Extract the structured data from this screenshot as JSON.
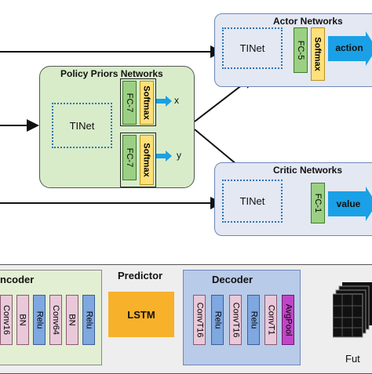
{
  "actor": {
    "title": "Actor Networks",
    "tinet": "TINet",
    "fc": "FC-5",
    "softmax": "Softmax",
    "output": "action"
  },
  "policy": {
    "title": "Policy Priors Networks",
    "tinet": "TINet",
    "fc_top": "FC-7",
    "softmax_top": "Softmax",
    "out_top": "x",
    "fc_bottom": "FC-7",
    "softmax_bottom": "Softmax",
    "out_bottom": "y"
  },
  "critic": {
    "title": "Critic Networks",
    "tinet": "TINet",
    "fc": "FC-1",
    "output": "value"
  },
  "predictor": {
    "encoder_title": "ncoder",
    "encoder_layers": [
      "Conv16",
      "BN",
      "Relu",
      "Conv64",
      "BN",
      "Relu"
    ],
    "predictor_title": "Predictor",
    "lstm": "LSTM",
    "decoder_title": "Decoder",
    "decoder_layers": [
      "ConvT16",
      "Relu",
      "ConvT16",
      "Relu",
      "ConvT1",
      "AvgPool"
    ],
    "future_label": "Fut"
  },
  "colors": {
    "panel_blue": "#e3e8f3",
    "panel_green": "#d8ecc9",
    "fc_green": "#9bd084",
    "softmax_yellow": "#ffe07a",
    "output_blue": "#1aa0e6",
    "dotted_blue": "#2e74b5",
    "lstm_orange": "#f7b12a",
    "encoder_green": "#e3efd3",
    "decoder_blue": "#b8cbe8",
    "conv_pink": "#e9c9d9",
    "relu_blue": "#7fa7e0",
    "avgpool_purple": "#c245c8",
    "bottom_panel": "#eeeeee"
  }
}
